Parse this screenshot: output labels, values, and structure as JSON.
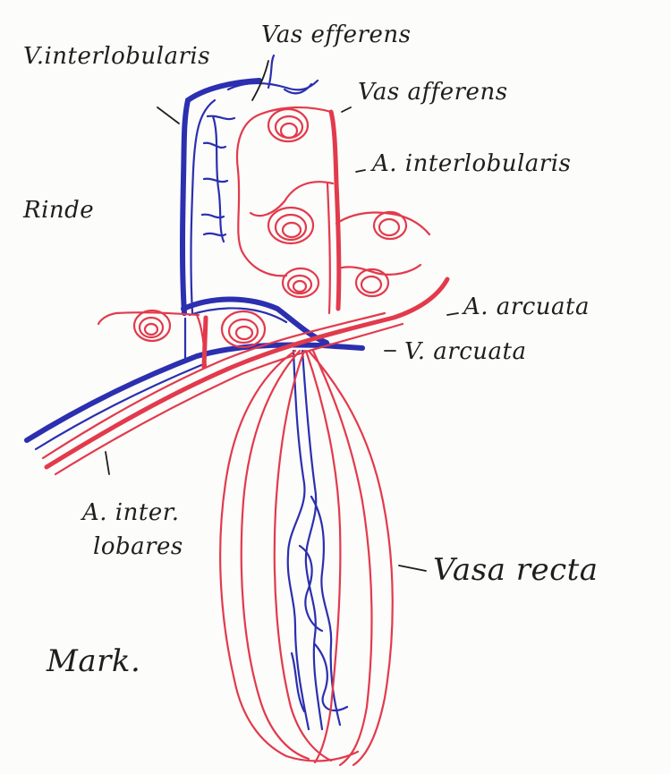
{
  "labels": {
    "v_interlobularis": "V.interlobularis",
    "vas_efferens": "Vas efferens",
    "vas_afferens": "Vas afferens",
    "a_interlobularis": "A. interlobularis",
    "rinde": "Rinde",
    "a_arcuata": "A. arcuata",
    "v_arcuata": "V. arcuata",
    "a_interlobares_line1": "A. inter.",
    "a_interlobares_line2": "lobares",
    "vasa_recta": "Vasa recta",
    "mark": "Mark."
  },
  "colors": {
    "artery": "#e23a4c",
    "vein": "#2b2fb0",
    "ink": "#1e1e1e"
  }
}
